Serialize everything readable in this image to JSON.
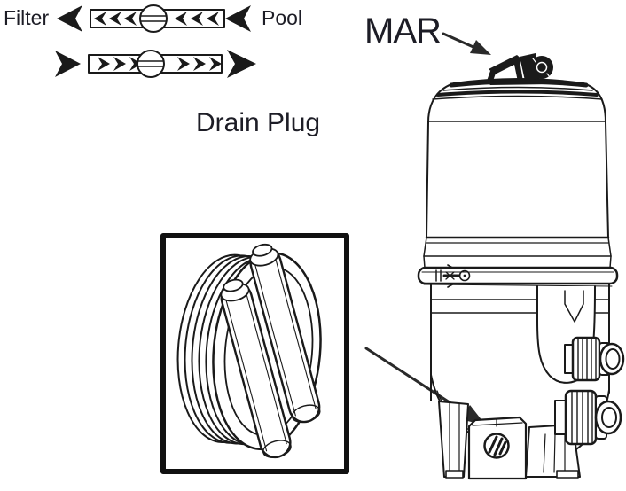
{
  "figure": {
    "labels": {
      "filter": "Filter",
      "pool": "Pool",
      "drain_plug": "Drain Plug",
      "mar": "MAR"
    },
    "icons": {
      "flow_left_arrow": "solid left-pointing arrowheads (pool to filter flow)",
      "flow_right_arrow": "solid right-pointing arrowheads (filter to pool flow)",
      "check_valve": "circle with double horizontal line on pipe",
      "callout_arrow": "straight black arrow with solid triangular head"
    },
    "colors": {
      "line": "#1a1a1a",
      "text": "#1d1d26",
      "background": "#ffffff"
    }
  }
}
